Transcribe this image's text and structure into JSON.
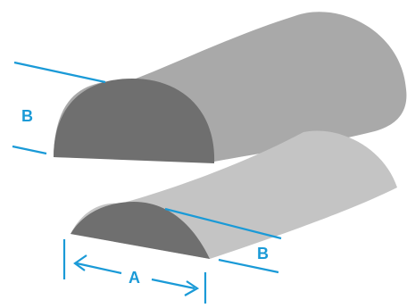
{
  "diagram": {
    "labels": {
      "large_height": "B",
      "small_width": "A",
      "small_height": "B"
    },
    "colors": {
      "dimension_lines": "#1a9ad7",
      "large_face": "#6f6f6f",
      "large_body": "#a9a9a9",
      "small_face": "#6f6f6f",
      "small_body": "#c4c4c4"
    }
  }
}
